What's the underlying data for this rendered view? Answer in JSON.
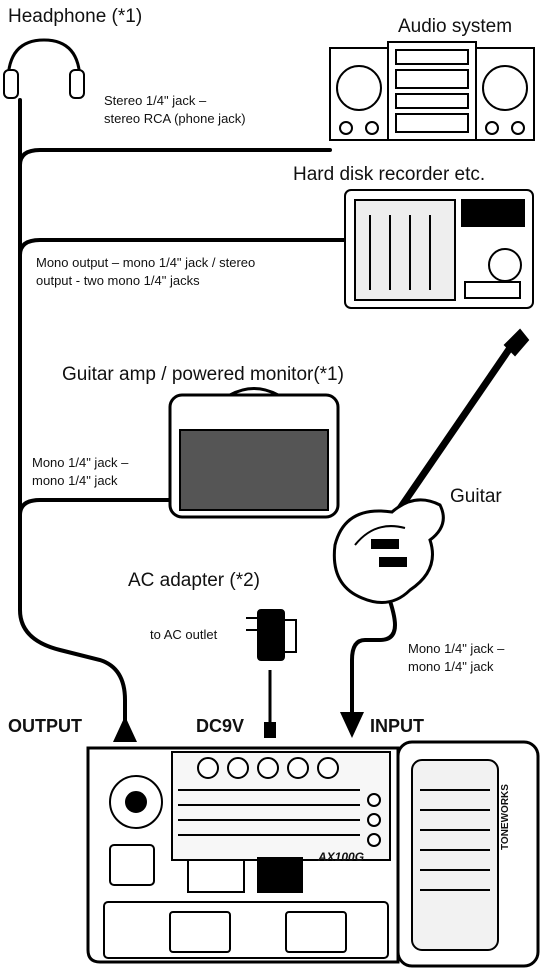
{
  "labels": {
    "headphone": "Headphone (*1)",
    "audio_system": "Audio system",
    "hard_disk_recorder": "Hard disk recorder etc.",
    "guitar_amp": "Guitar amp / powered monitor(*1)",
    "guitar": "Guitar",
    "ac_adapter": "AC adapter (*2)",
    "ac_outlet": "to AC outlet",
    "output": "OUTPUT",
    "dc9v": "DC9V",
    "input": "INPUT"
  },
  "cables": {
    "headphone_line1": "Stereo 1/4\" jack –",
    "headphone_line2": "stereo RCA (phone jack)",
    "recorder_line1": "Mono output – mono 1/4\" jack / stereo",
    "recorder_line2": "output - two mono 1/4\" jacks",
    "amp_line1": "Mono 1/4\" jack –",
    "amp_line2": "mono 1/4\" jack",
    "guitar_line1": "Mono 1/4\" jack –",
    "guitar_line2": "mono 1/4\" jack"
  },
  "device": {
    "model": "AX100G",
    "brand": "TONEWORKS"
  }
}
